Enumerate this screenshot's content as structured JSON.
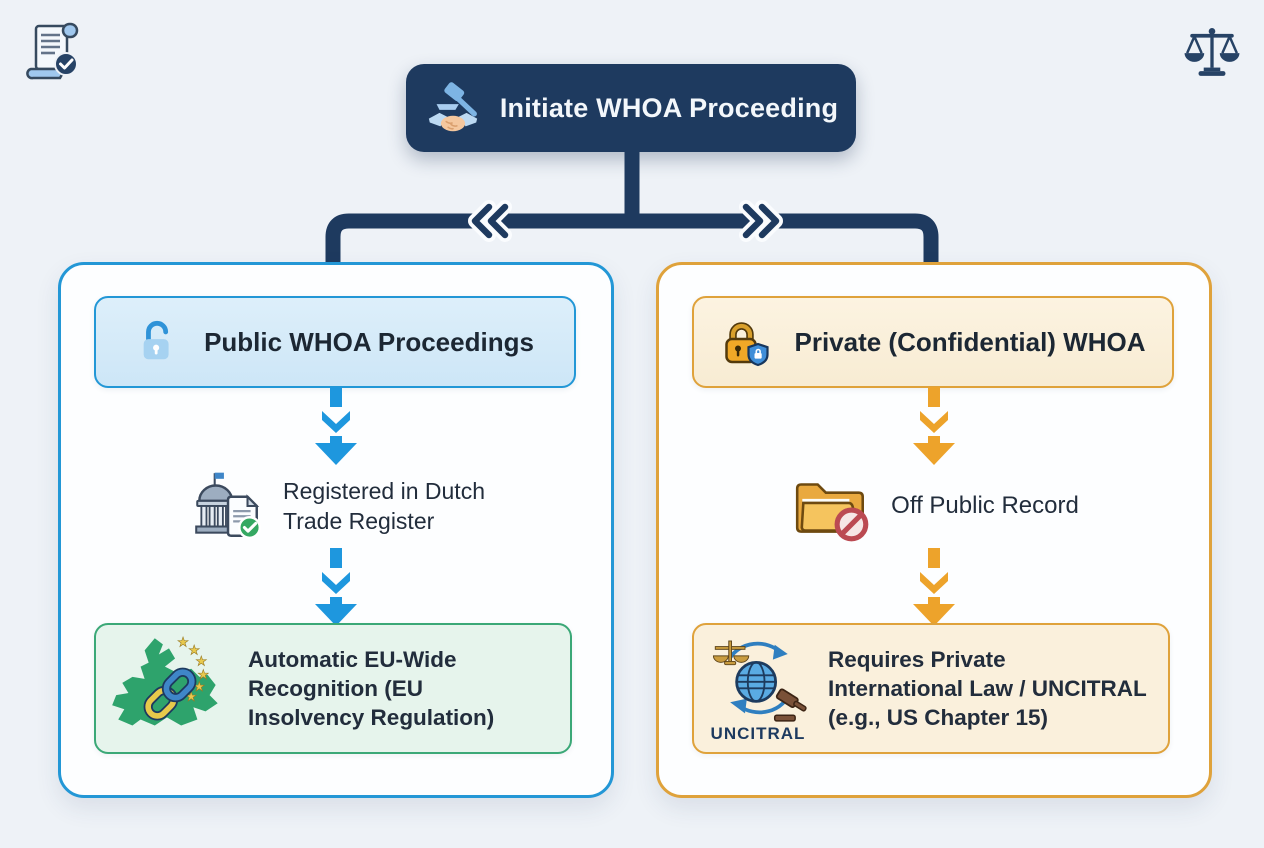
{
  "page": {
    "background": "#eef2f7"
  },
  "decor": {
    "top_left_icon": "scroll-document-with-check",
    "top_right_icon": "scales-of-justice"
  },
  "root": {
    "label": "Initiate WHOA Proceeding",
    "icon": "gavel-handshake",
    "bg": "#1e3a5f"
  },
  "branch_public": {
    "accent": "#2397d6",
    "arrow_color": "#1e97de",
    "header": {
      "label": "Public WHOA Proceedings",
      "icon": "unlocked-padlock"
    },
    "step1_icon": "government-building-verified-document",
    "step1_lines": [
      "Registered in Dutch",
      "Trade Register"
    ],
    "outcome_icon": "eu-map-chain-links-stars",
    "outcome_lines": [
      "Automatic EU-Wide",
      "Recognition (EU",
      "Insolvency Regulation)"
    ],
    "outcome_bg": "#e6f4ec",
    "outcome_border": "#3ba877"
  },
  "branch_private": {
    "accent": "#dfa23b",
    "arrow_color": "#eda32b",
    "header": {
      "label": "Private (Confidential) WHOA",
      "icon": "locked-padlock-with-shield"
    },
    "step1_icon": "folder-prohibited",
    "step1_lines": [
      "Off Public Record"
    ],
    "outcome_icon": "uncitral-scales-globe-gavel",
    "uncitral_label": "UNCITRAL",
    "outcome_lines": [
      "Requires Private",
      "International Law / UNCITRAL",
      "(e.g., US Chapter 15)"
    ],
    "outcome_bg": "#faf0dc",
    "outcome_border": "#dfa23b"
  }
}
